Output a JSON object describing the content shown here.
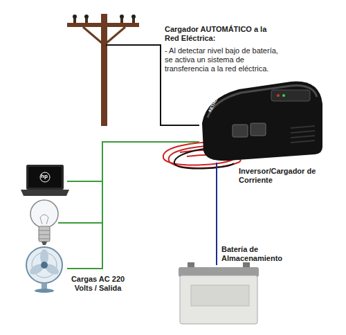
{
  "diagram": {
    "nodes": [
      {
        "text": [
          "Cargador AUTOMÁTICO a la Red Eléctrica:",
          "- Al detectar nivel bajo de batería, se activa un sistema de transferencia a la red eléctrica."
        ]
      },
      {
        "text": [
          "Inversor/Cargador de Corriente"
        ]
      },
      {
        "text": [
          "Batería de Almacenamiento"
        ]
      },
      {
        "text": [
          "Cargas AC 220 Volts / Salida"
        ]
      }
    ],
    "edges": [
      {
        "from": 0,
        "to": 1,
        "arrow": "none"
      },
      {
        "from": 1,
        "to": 3,
        "arrow": "none"
      },
      {
        "from": 1,
        "to": 2,
        "arrow": "none"
      }
    ],
    "labels": [
      "KETHOR SOLAR",
      "hp"
    ]
  }
}
